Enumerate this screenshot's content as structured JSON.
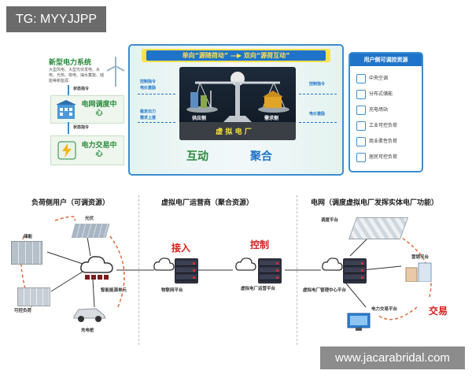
{
  "tags": {
    "tg": "TG: MYYJJPP",
    "watermark": "www.jacarabridal.com"
  },
  "top": {
    "left": {
      "system_title": "新型电力系统",
      "system_sub": "大型风电、大型光伏发电、水电、光热、核电、抽水蓄能、储能等新能源",
      "status_cmd_1": "状态指令",
      "grid_dispatch": "电网调度中心",
      "status_cmd_2": "状态指令",
      "trade_center": "电力交易中心"
    },
    "banner": {
      "single": "单向“源随荷动”",
      "double": "双向“源荷互动”"
    },
    "mid": {
      "left_1": "控制指令",
      "left_1b": "电价激励",
      "left_2": "稳定出力",
      "left_2b": "需求上报",
      "right_1": "控制指令",
      "right_2": "电价激励",
      "supply": "供应侧",
      "demand": "需求侧",
      "vpp": "虚 拟 电 厂",
      "interact": "互动",
      "aggregate": "聚合"
    },
    "right_panel": {
      "title": "用户侧可调控资源",
      "items": [
        "中央空调",
        "分布式储能",
        "充电场站",
        "工业可控负荷",
        "商业柔性负荷",
        "居民可控负荷"
      ]
    }
  },
  "bottom": {
    "sections": {
      "load_user": "负荷侧用户（可调资源）",
      "operator": "虚拟电厂运营商（聚合资源）",
      "grid": "电网（调度虚拟电厂发挥实体电厂功能）"
    },
    "load_items": {
      "pv": "光伏",
      "storage": "储能",
      "controllable": "可控负荷",
      "charging": "充电桩",
      "energy_unit": "智能能源单元"
    },
    "labels": {
      "access": "接入",
      "control": "控制",
      "iot": "物联网平台",
      "vpp_platform": "虚拟电厂运营平台",
      "vpp_mgmt": "虚拟电厂管理中心平台",
      "dispatch_platform": "调度平台",
      "marketing_platform": "营销平台",
      "trade_platform": "电力交易平台",
      "trade": "交易"
    }
  },
  "colors": {
    "blue": "#1f74c9",
    "green": "#2a8a3c",
    "red": "#d6221e",
    "yellow": "#ffe14d"
  }
}
